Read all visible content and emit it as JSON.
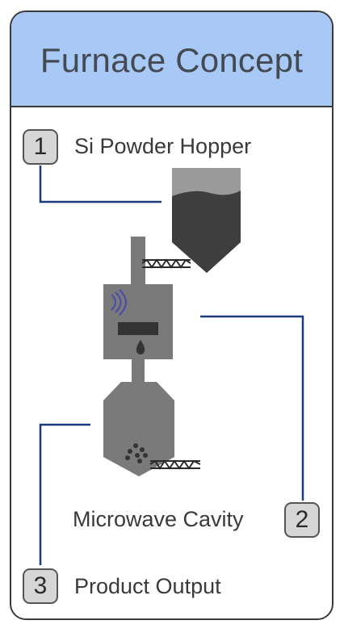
{
  "title": "Furnace Concept",
  "callouts": [
    {
      "number": "1",
      "label": "Si Powder Hopper"
    },
    {
      "number": "2",
      "label": "Microwave Cavity"
    },
    {
      "number": "3",
      "label": "Product Output"
    }
  ],
  "colors": {
    "header": "#a8c8f5",
    "leader_line": "#1f3a7a",
    "equipment": "#7a7a7a",
    "microwave_waves": "#4a4aaa"
  }
}
